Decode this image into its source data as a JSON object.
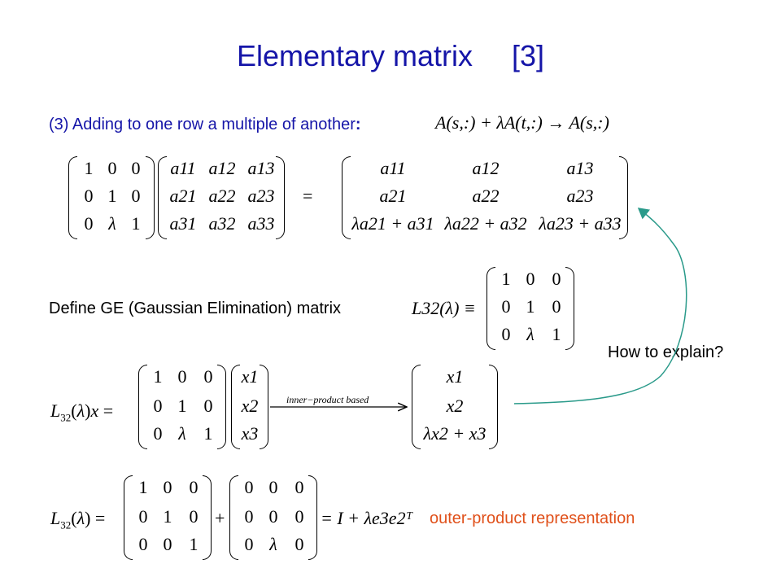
{
  "slide": {
    "title": "Elementary matrix",
    "title_number": "[3]",
    "section3_label": "(3) Adding to one row a multiple of another",
    "section3_colon": ":",
    "section3_formula": "A(s,:) + λA(t,:) → A(s,:)",
    "define_text": "Define GE (Gaussian Elimination) matrix",
    "define_lhs": "L32(λ) ≡",
    "how_to_explain": "How to explain?",
    "inner_product_label": "inner−product based",
    "outer_product_label": "outer-product representation",
    "outer_rhs": "= I + λe3e2ᵀ"
  },
  "matrices": {
    "L": [
      [
        "1",
        "0",
        "0"
      ],
      [
        "0",
        "1",
        "0"
      ],
      [
        "0",
        "λ",
        "1"
      ]
    ],
    "A": [
      [
        "a11",
        "a12",
        "a13"
      ],
      [
        "a21",
        "a22",
        "a23"
      ],
      [
        "a31",
        "a32",
        "a33"
      ]
    ],
    "result": [
      [
        "a11",
        "a12",
        "a13"
      ],
      [
        "a21",
        "a22",
        "a23"
      ],
      [
        "λa21 + a31",
        "λa22 + a32",
        "λa23 + a33"
      ]
    ],
    "x": [
      [
        "x1"
      ],
      [
        "x2"
      ],
      [
        "x3"
      ]
    ],
    "x_result": [
      [
        "x1"
      ],
      [
        "x2"
      ],
      [
        "λx2 + x3"
      ]
    ],
    "I": [
      [
        "1",
        "0",
        "0"
      ],
      [
        "0",
        "1",
        "0"
      ],
      [
        "0",
        "0",
        "1"
      ]
    ],
    "E": [
      [
        "0",
        "0",
        "0"
      ],
      [
        "0",
        "0",
        "0"
      ],
      [
        "0",
        "λ",
        "0"
      ]
    ]
  },
  "colors": {
    "title": "#1515a8",
    "section_label": "#1515a8",
    "outer_label": "#e0501a",
    "arrow": "#2a9a8a"
  }
}
